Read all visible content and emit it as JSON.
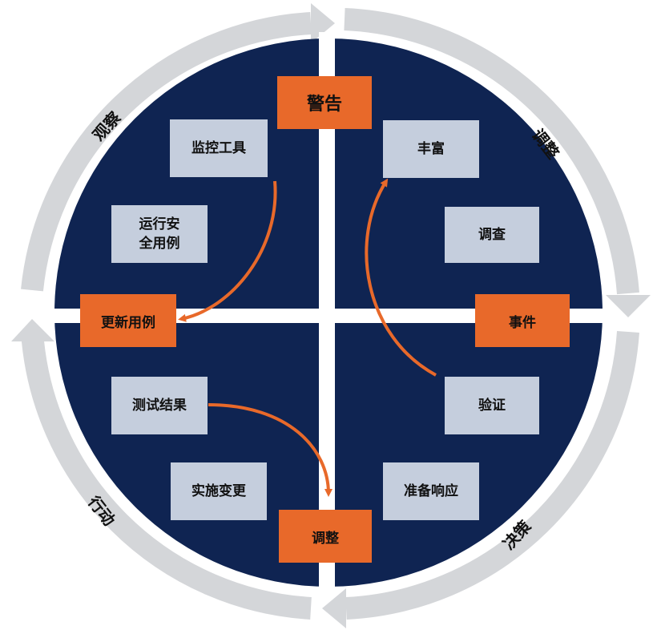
{
  "phases": {
    "observe": "观察",
    "adjust_top": "调整",
    "decide": "决策",
    "act": "行动"
  },
  "orange_boxes": {
    "alert": "警告",
    "event": "事件",
    "adjust": "调整",
    "update_use_case": "更新用例"
  },
  "grey_boxes": {
    "monitoring_tools": "监控工具",
    "ops_security_use_case": "运行安\n全用例",
    "enrich": "丰富",
    "investigate": "调查",
    "verify": "验证",
    "prepare_response": "准备响应",
    "test_results": "测试结果",
    "implement_change": "实施变更"
  },
  "colors": {
    "circle_fill": "#0f2452",
    "ring": "#d4d6d9",
    "orange": "#e8692a",
    "grey_box": "#c5cedd",
    "divider": "#ffffff"
  }
}
